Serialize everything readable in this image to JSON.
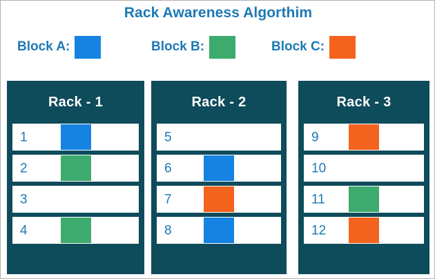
{
  "title": "Rack Awareness Algorthim",
  "colors": {
    "title_blue": "#1d79b5",
    "panel_dark": "#0e4b5b",
    "block_a_blue": "#1683e2",
    "block_b_green": "#3cab6d",
    "block_c_orange": "#f4631e",
    "page_background": "#ffffff",
    "slot_background": "#ffffff",
    "border_gray": "#b0b0b0"
  },
  "legend": {
    "items": [
      {
        "label": "Block A:",
        "color": "#1683e2",
        "swatch_name": "blue"
      },
      {
        "label": "Block B:",
        "color": "#3cab6d",
        "swatch_name": "green"
      },
      {
        "label": "Block C:",
        "color": "#f4631e",
        "swatch_name": "orange"
      }
    ]
  },
  "racks": [
    {
      "title": "Rack - 1",
      "slots": [
        {
          "number": "1",
          "block": "Block A",
          "color": "#1683e2"
        },
        {
          "number": "2",
          "block": "Block B",
          "color": "#3cab6d"
        },
        {
          "number": "3",
          "block": "",
          "color": ""
        },
        {
          "number": "4",
          "block": "Block B",
          "color": "#3cab6d"
        }
      ]
    },
    {
      "title": "Rack - 2",
      "slots": [
        {
          "number": "5",
          "block": "",
          "color": ""
        },
        {
          "number": "6",
          "block": "Block A",
          "color": "#1683e2"
        },
        {
          "number": "7",
          "block": "Block C",
          "color": "#f4631e"
        },
        {
          "number": "8",
          "block": "Block A",
          "color": "#1683e2"
        }
      ]
    },
    {
      "title": "Rack - 3",
      "slots": [
        {
          "number": "9",
          "block": "Block C",
          "color": "#f4631e"
        },
        {
          "number": "10",
          "block": "",
          "color": ""
        },
        {
          "number": "11",
          "block": "Block B",
          "color": "#3cab6d"
        },
        {
          "number": "12",
          "block": "Block C",
          "color": "#f4631e"
        }
      ]
    }
  ]
}
